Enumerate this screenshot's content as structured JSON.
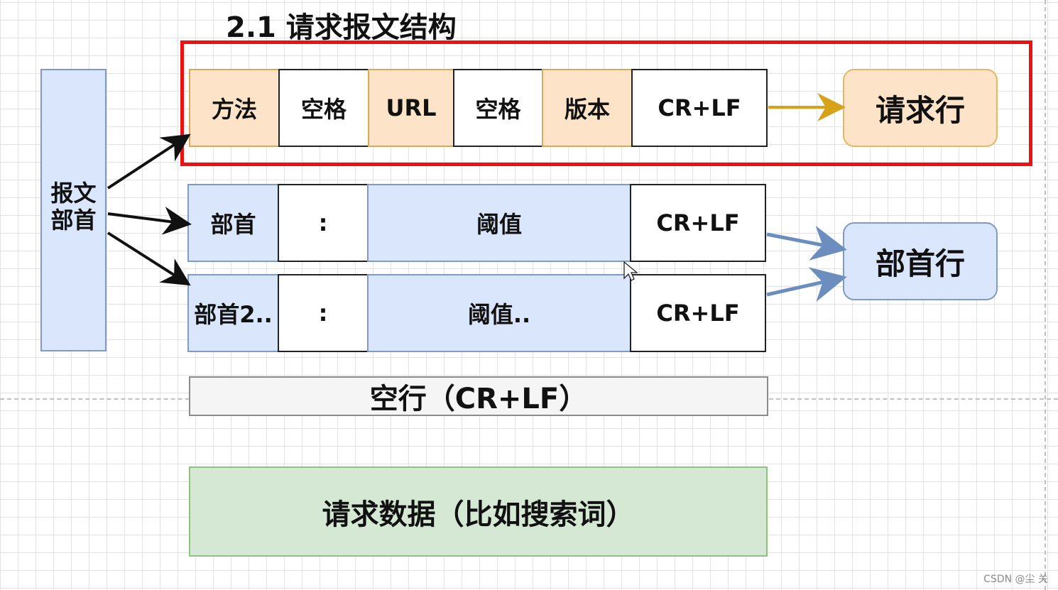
{
  "title": "2.1 请求报文结构",
  "header_label": "报文\n部首",
  "request_line": {
    "cells": [
      "方法",
      "空格",
      "URL",
      "空格",
      "版本",
      "CR+LF"
    ],
    "target": "请求行"
  },
  "header_rows": [
    {
      "cells": [
        "部首",
        ":",
        "阈值",
        "CR+LF"
      ]
    },
    {
      "cells": [
        "部首2..",
        ":",
        "阈值..",
        "CR+LF"
      ]
    }
  ],
  "header_target": "部首行",
  "empty_line": "空行（CR+LF）",
  "request_data": "请求数据（比如搜索词）",
  "watermark": "CSDN @尘 关",
  "colors": {
    "highlight_box": "#ee1111",
    "orange_fill": "#fde4c9",
    "blue_fill": "#dae6fb",
    "green_fill": "#d5e8d4",
    "orange_arrow": "#d6a21a",
    "blue_arrow": "#6c8ebf"
  }
}
